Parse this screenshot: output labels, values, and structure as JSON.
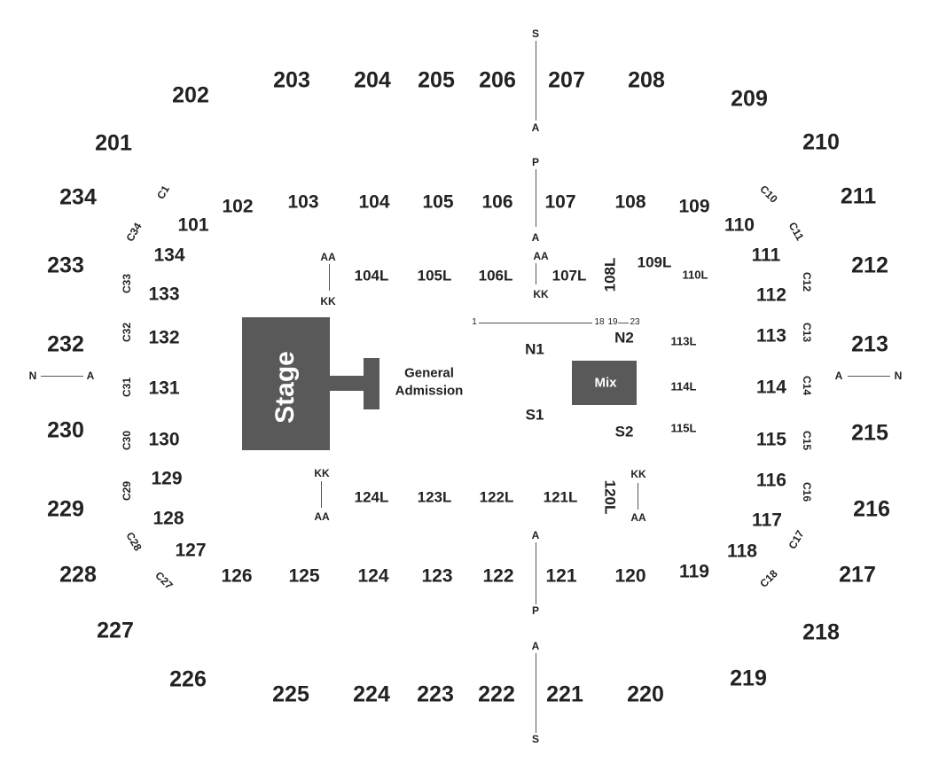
{
  "stage": {
    "label": "Stage"
  },
  "general_admission": {
    "label": "General Admission"
  },
  "mix": {
    "label": "Mix"
  },
  "upper": [
    "201",
    "202",
    "203",
    "204",
    "205",
    "206",
    "207",
    "208",
    "209",
    "210",
    "211",
    "212",
    "213",
    "215",
    "216",
    "217",
    "218",
    "219",
    "220",
    "221",
    "222",
    "223",
    "224",
    "225",
    "226",
    "227",
    "228",
    "229",
    "230",
    "232",
    "233",
    "234"
  ],
  "lower": [
    "101",
    "102",
    "103",
    "104",
    "105",
    "106",
    "107",
    "108",
    "109",
    "110",
    "111",
    "112",
    "113",
    "114",
    "115",
    "116",
    "117",
    "118",
    "119",
    "120",
    "121",
    "122",
    "123",
    "124",
    "125",
    "126",
    "127",
    "128",
    "129",
    "130",
    "131",
    "132",
    "133",
    "134"
  ],
  "loge": [
    "104L",
    "105L",
    "106L",
    "107L",
    "108L",
    "109L",
    "110L",
    "113L",
    "114L",
    "115L",
    "120L",
    "121L",
    "122L",
    "123L",
    "124L"
  ],
  "club": [
    "C1",
    "C10",
    "C11",
    "C12",
    "C13",
    "C14",
    "C15",
    "C16",
    "C17",
    "C18",
    "C27",
    "C28",
    "C29",
    "C30",
    "C31",
    "C32",
    "C33",
    "C34"
  ],
  "floor": [
    "N1",
    "N2",
    "S1",
    "S2"
  ],
  "row_markers": [
    "S",
    "A",
    "P",
    "A",
    "AA",
    "KK",
    "AA",
    "KK",
    "KK",
    "AA",
    "KK",
    "AA",
    "A",
    "P",
    "A",
    "S",
    "N",
    "A",
    "A",
    "N"
  ],
  "seat_numbers": [
    "1",
    "18",
    "19",
    "23"
  ]
}
